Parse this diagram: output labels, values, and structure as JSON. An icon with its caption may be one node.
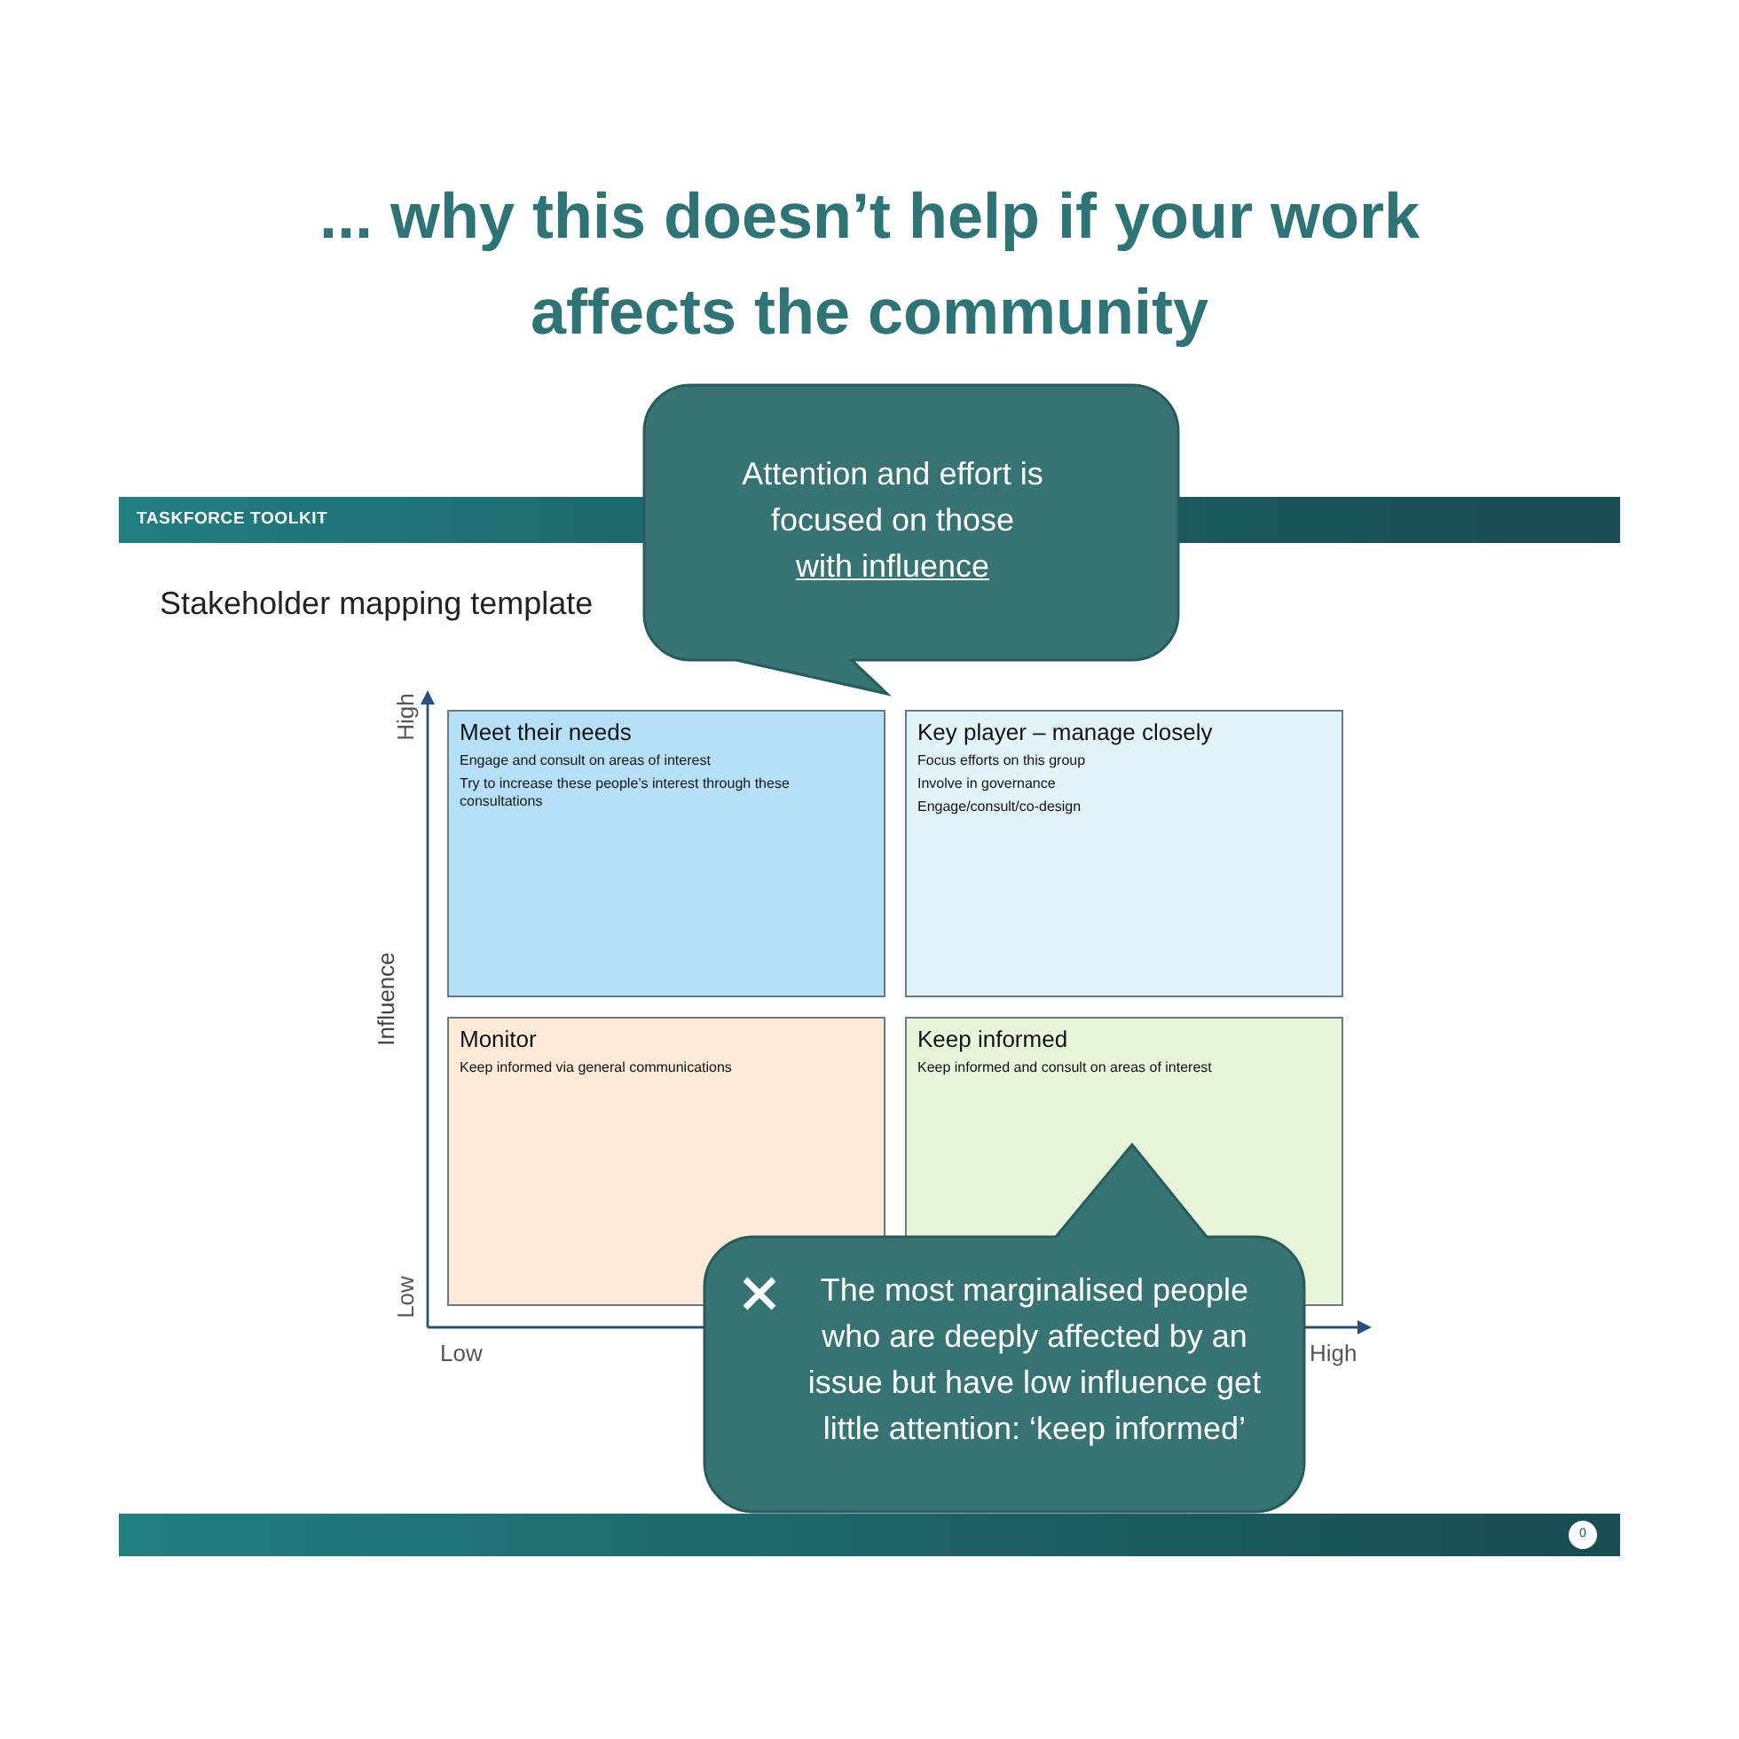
{
  "diagram": {
    "title": "... why this doesn’t help if your work affects the community",
    "nodes": [
      {
        "text": [
          "Attention and effort is focused on those",
          "with influence"
        ]
      },
      {
        "text": [
          "TASKFORCE TOOLKIT"
        ]
      },
      {
        "text": [
          "Meet their needs",
          "Engage and consult on areas of interest",
          "Try to increase these people’s interest through these consultations"
        ]
      },
      {
        "text": [
          "Key player – manage closely",
          "Focus efforts on this group",
          "Involve in governance",
          "Engage/consult/co-design"
        ]
      },
      {
        "text": [
          "Monitor",
          "Keep informed via general communications"
        ]
      },
      {
        "text": [
          "Keep informed",
          "Keep informed and consult on areas of interest"
        ]
      },
      {
        "text": [
          "The most marginalised people who are deeply affected by an issue but have low influence get little attention: ‘keep informed’"
        ]
      },
      {
        "text": [],
        "shape": "bar"
      }
    ],
    "labels": [
      "Stakeholder mapping template",
      "High",
      "Influence",
      "Low",
      "Low",
      "High",
      "0"
    ]
  }
}
